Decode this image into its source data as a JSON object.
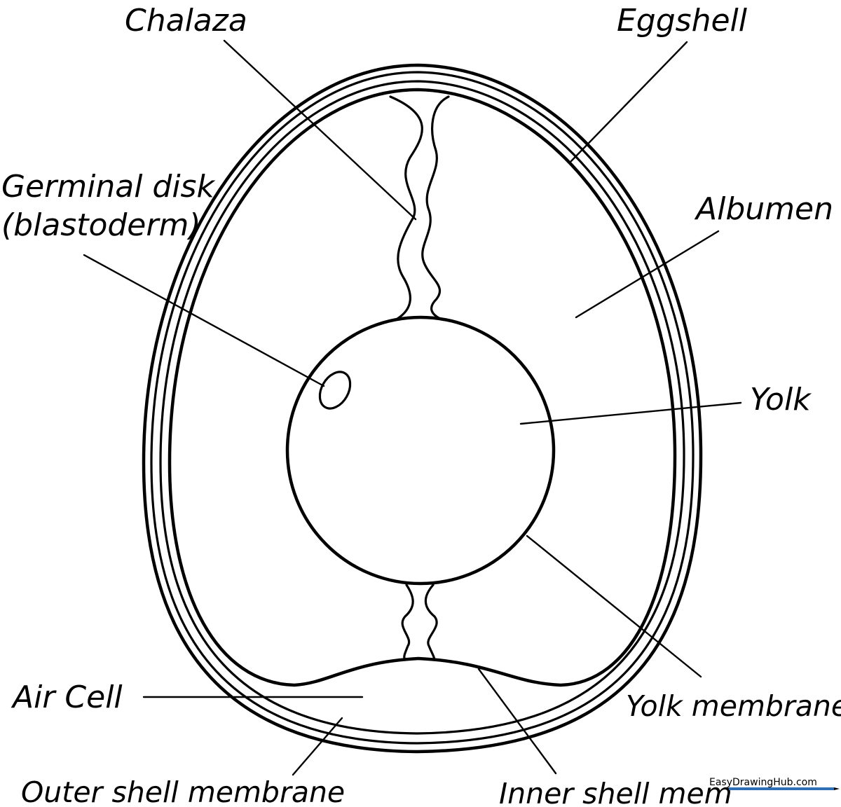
{
  "labels": {
    "chalaza": "Chalaza",
    "eggshell": "Eggshell",
    "germinal_line1": "Germinal disk",
    "germinal_line2": "(blastoderm)",
    "albumen": "Albumen",
    "yolk": "Yolk",
    "air_cell": "Air Cell",
    "yolk_membrane": "Yolk membrane",
    "outer_shell_membrane": "Outer shell membrane",
    "inner_shell_membrane": "Inner shell mem"
  },
  "watermark": "EasyDrawingHub.com",
  "colors": {
    "line": "#000000",
    "background": "#ffffff"
  }
}
